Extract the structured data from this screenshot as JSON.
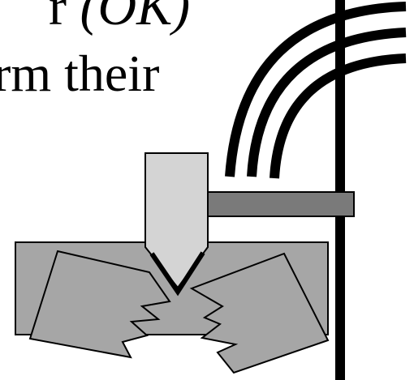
{
  "text": {
    "line1_plain": "r ",
    "line1_italic": "(OK)",
    "line2": "rm their"
  },
  "colors": {
    "background": "#ffffff",
    "stroke": "#000000",
    "wedge_fill": "#d4d4d4",
    "block_fill": "#a6a6a6",
    "arm_fill": "#7a7a7a"
  },
  "icons": {
    "arcs": "sound-wave-arcs-icon",
    "wedge": "chisel-wedge-icon",
    "block": "fractured-block-icon"
  }
}
